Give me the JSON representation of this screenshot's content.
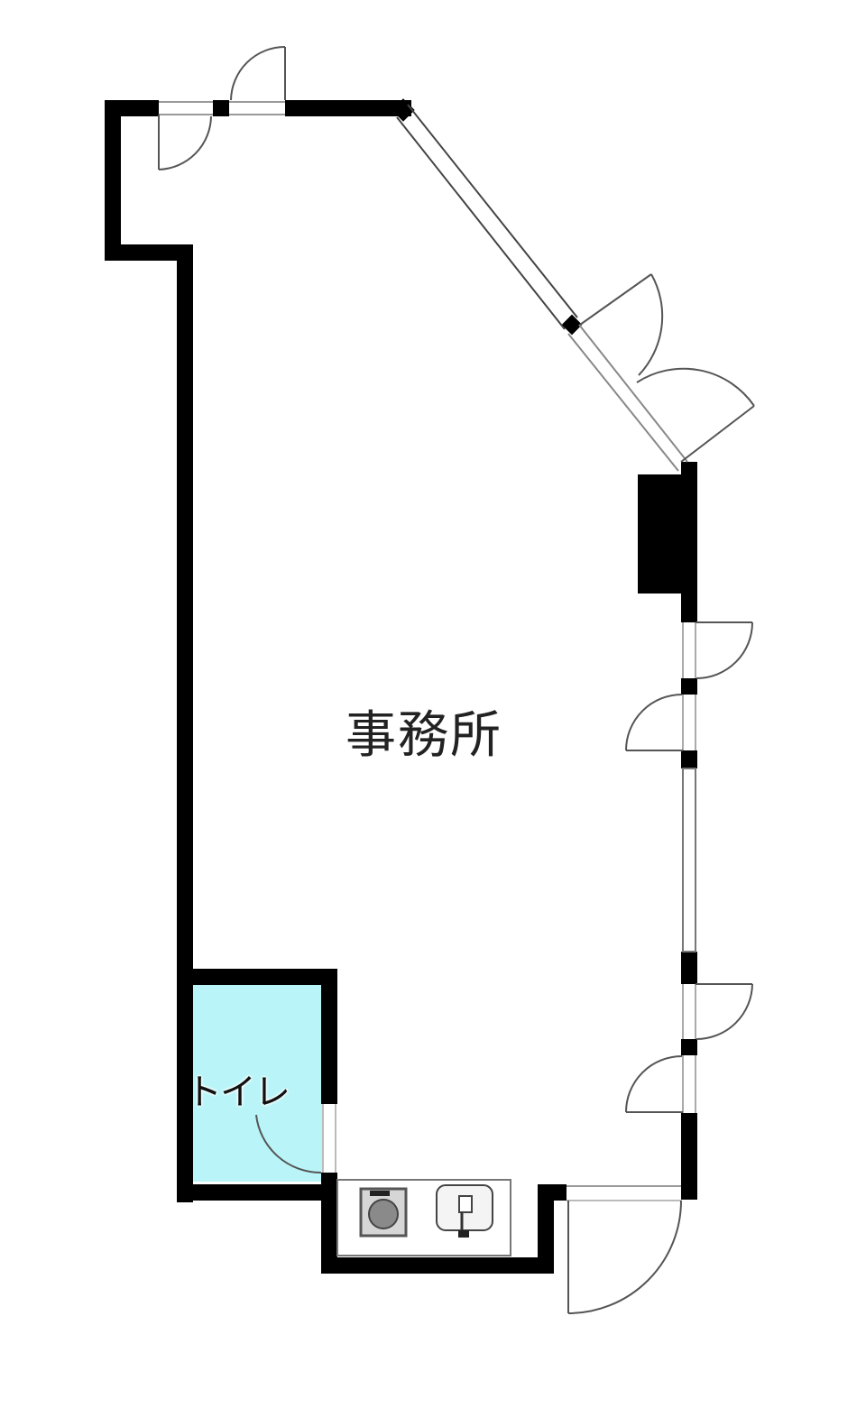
{
  "floor_plan": {
    "rooms": [
      {
        "id": "office",
        "label": "事務所"
      },
      {
        "id": "toilet",
        "label": "トイレ"
      }
    ],
    "fixtures": [
      {
        "id": "stove",
        "icon": "stove-burner-icon"
      },
      {
        "id": "sink",
        "icon": "sink-icon"
      }
    ],
    "colors": {
      "wall": "#000000",
      "toilet_fill": "#b9f5f8",
      "line": "#555555"
    }
  }
}
